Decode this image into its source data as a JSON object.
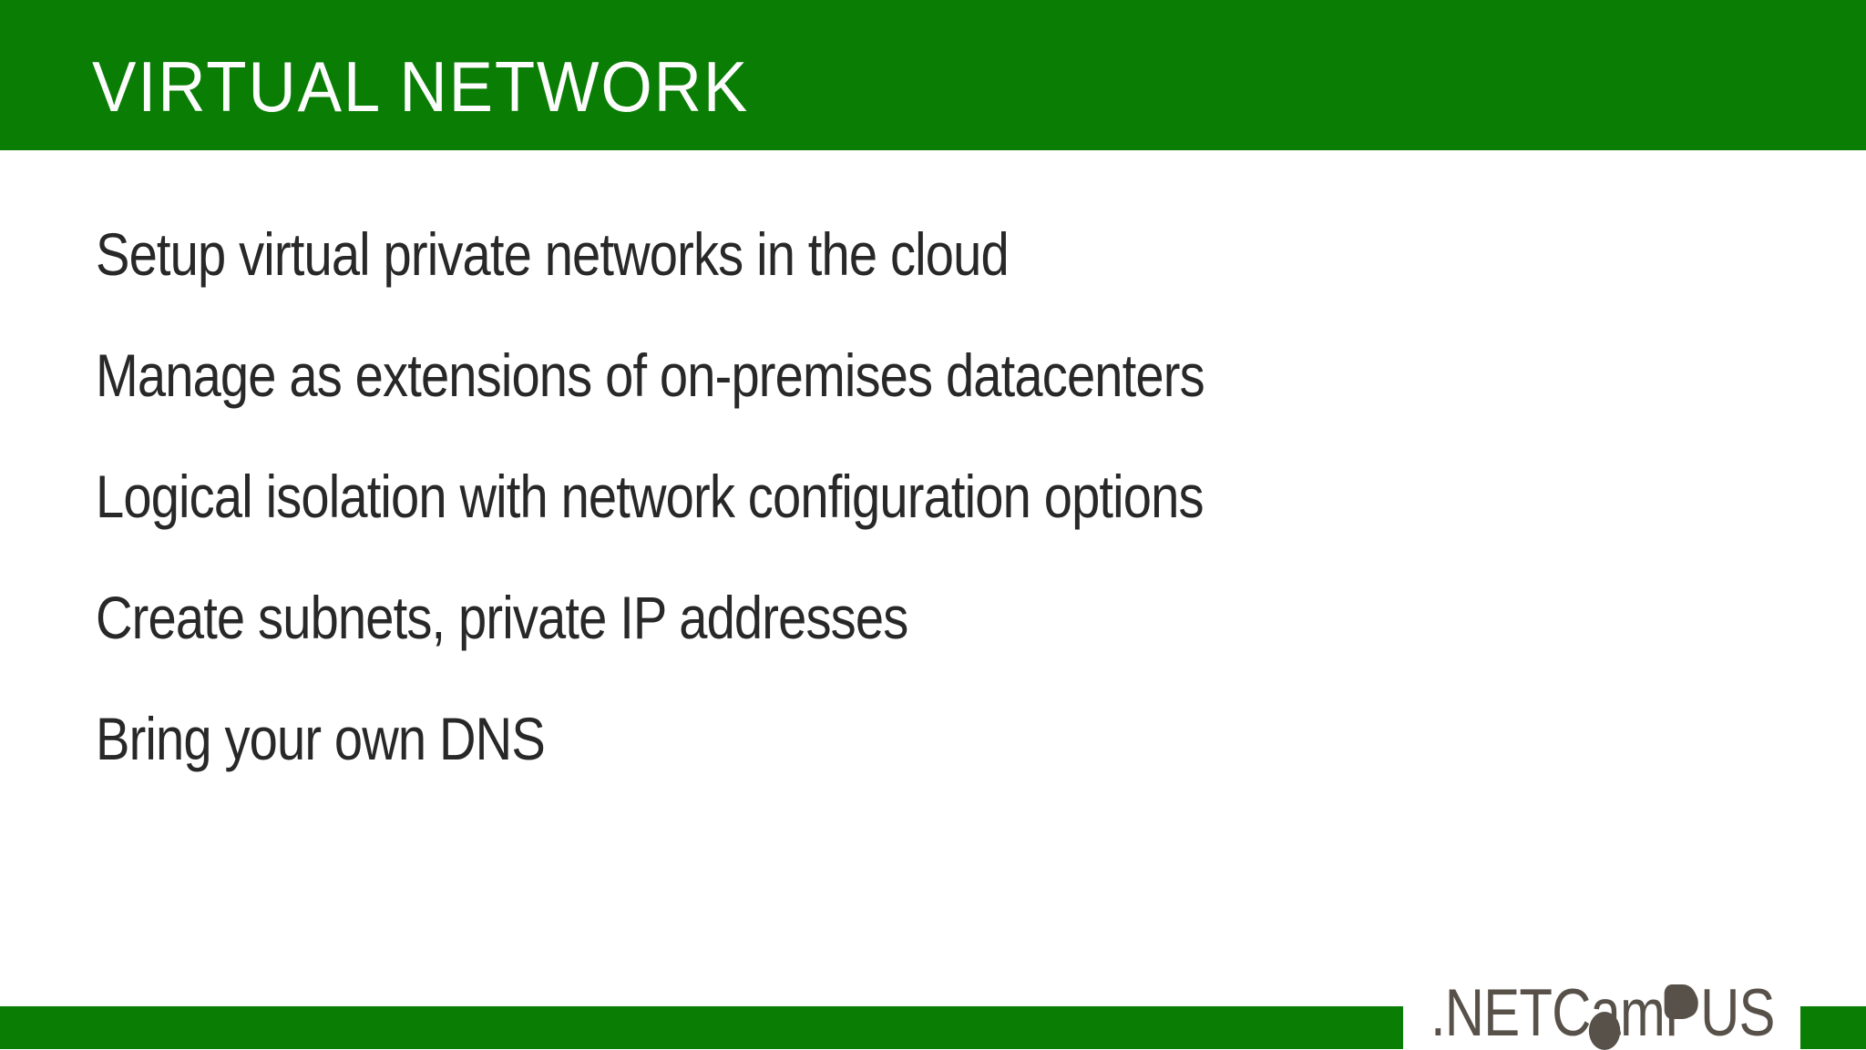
{
  "slide": {
    "title": "VIRTUAL NETWORK",
    "bullets": [
      "Setup virtual private networks in the cloud",
      "Manage as extensions of on-premises datacenters",
      "Logical isolation with network configuration options",
      "Create subnets, private IP addresses",
      "Bring your own DNS"
    ],
    "logo": {
      "full_text": ".NETCampus",
      "parts": {
        "prefix": ".NETC",
        "a": "a",
        "m": "m",
        "p": "P",
        "suffix": "US"
      }
    },
    "colors": {
      "accent_green": "#0a7d05",
      "title_text": "#ffffff",
      "body_text": "#282828",
      "logo_text": "#57514a"
    }
  }
}
